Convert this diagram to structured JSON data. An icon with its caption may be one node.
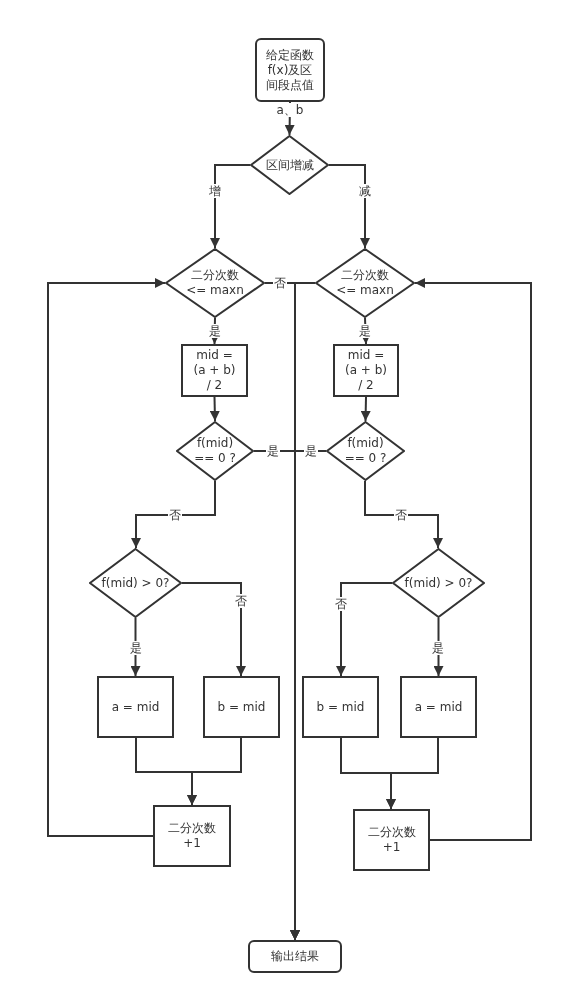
{
  "diagram": {
    "nodes": [
      {
        "text": [
          "给定函数f(x)及区间段点值"
        ]
      },
      {
        "text": [
          "区间增减"
        ]
      },
      {
        "text": [
          "二分次数 <= maxn"
        ]
      },
      {
        "text": [
          "二分次数 <= maxn"
        ]
      },
      {
        "text": [
          "mid = (a + b) / 2"
        ]
      },
      {
        "text": [
          "mid = (a + b) / 2"
        ]
      },
      {
        "text": [
          "f(mid) == 0 ?"
        ]
      },
      {
        "text": [
          "f(mid) == 0 ?"
        ]
      },
      {
        "text": [
          "f(mid) > 0?"
        ]
      },
      {
        "text": [
          "f(mid) > 0?"
        ]
      },
      {
        "text": [
          "a = mid"
        ]
      },
      {
        "text": [
          "b = mid"
        ]
      },
      {
        "text": [
          "b = mid"
        ]
      },
      {
        "text": [
          "a = mid"
        ]
      },
      {
        "text": [
          "二分次数 +1"
        ]
      },
      {
        "text": [
          "二分次数 +1"
        ]
      },
      {
        "text": [
          "输出结果"
        ]
      }
    ],
    "edges": [
      {
        "from": 0,
        "to": 1,
        "arrow": "to",
        "label": "a、b"
      },
      {
        "from": 1,
        "to": 2,
        "arrow": "to",
        "label": "增"
      },
      {
        "from": 1,
        "to": 3,
        "arrow": "to",
        "label": "减"
      },
      {
        "from": 2,
        "to": 4,
        "arrow": "to",
        "label": "是"
      },
      {
        "from": 2,
        "to": 16,
        "arrow": "to",
        "label": "否"
      },
      {
        "from": 3,
        "to": 16,
        "arrow": "to"
      },
      {
        "from": 4,
        "to": 6,
        "arrow": "to"
      },
      {
        "from": 6,
        "to": 16,
        "arrow": "to",
        "label": "是"
      },
      {
        "from": 6,
        "to": 8,
        "arrow": "to",
        "label": "否"
      },
      {
        "from": 8,
        "to": 10,
        "arrow": "to",
        "label": "是"
      },
      {
        "from": 8,
        "to": 11,
        "arrow": "to",
        "label": "否"
      },
      {
        "from": 10,
        "to": 14,
        "arrow": "to"
      },
      {
        "from": 11,
        "to": 14,
        "arrow": "to"
      },
      {
        "from": 14,
        "to": 2,
        "arrow": "to"
      },
      {
        "from": 7,
        "to": 16,
        "arrow": "to",
        "label": "是"
      },
      {
        "from": 7,
        "to": 9,
        "arrow": "to",
        "label": "否"
      },
      {
        "from": 9,
        "to": 12,
        "arrow": "to",
        "label": "否"
      },
      {
        "from": 9,
        "to": 13,
        "arrow": "to",
        "label": "是"
      },
      {
        "from": 12,
        "to": 15,
        "arrow": "to"
      },
      {
        "from": 13,
        "to": 15,
        "arrow": "to"
      },
      {
        "from": 15,
        "to": 3,
        "arrow": "to"
      },
      {
        "from": 3,
        "to": 5,
        "arrow": "to",
        "label": "是"
      },
      {
        "from": 5,
        "to": 7,
        "arrow": "to"
      }
    ]
  }
}
